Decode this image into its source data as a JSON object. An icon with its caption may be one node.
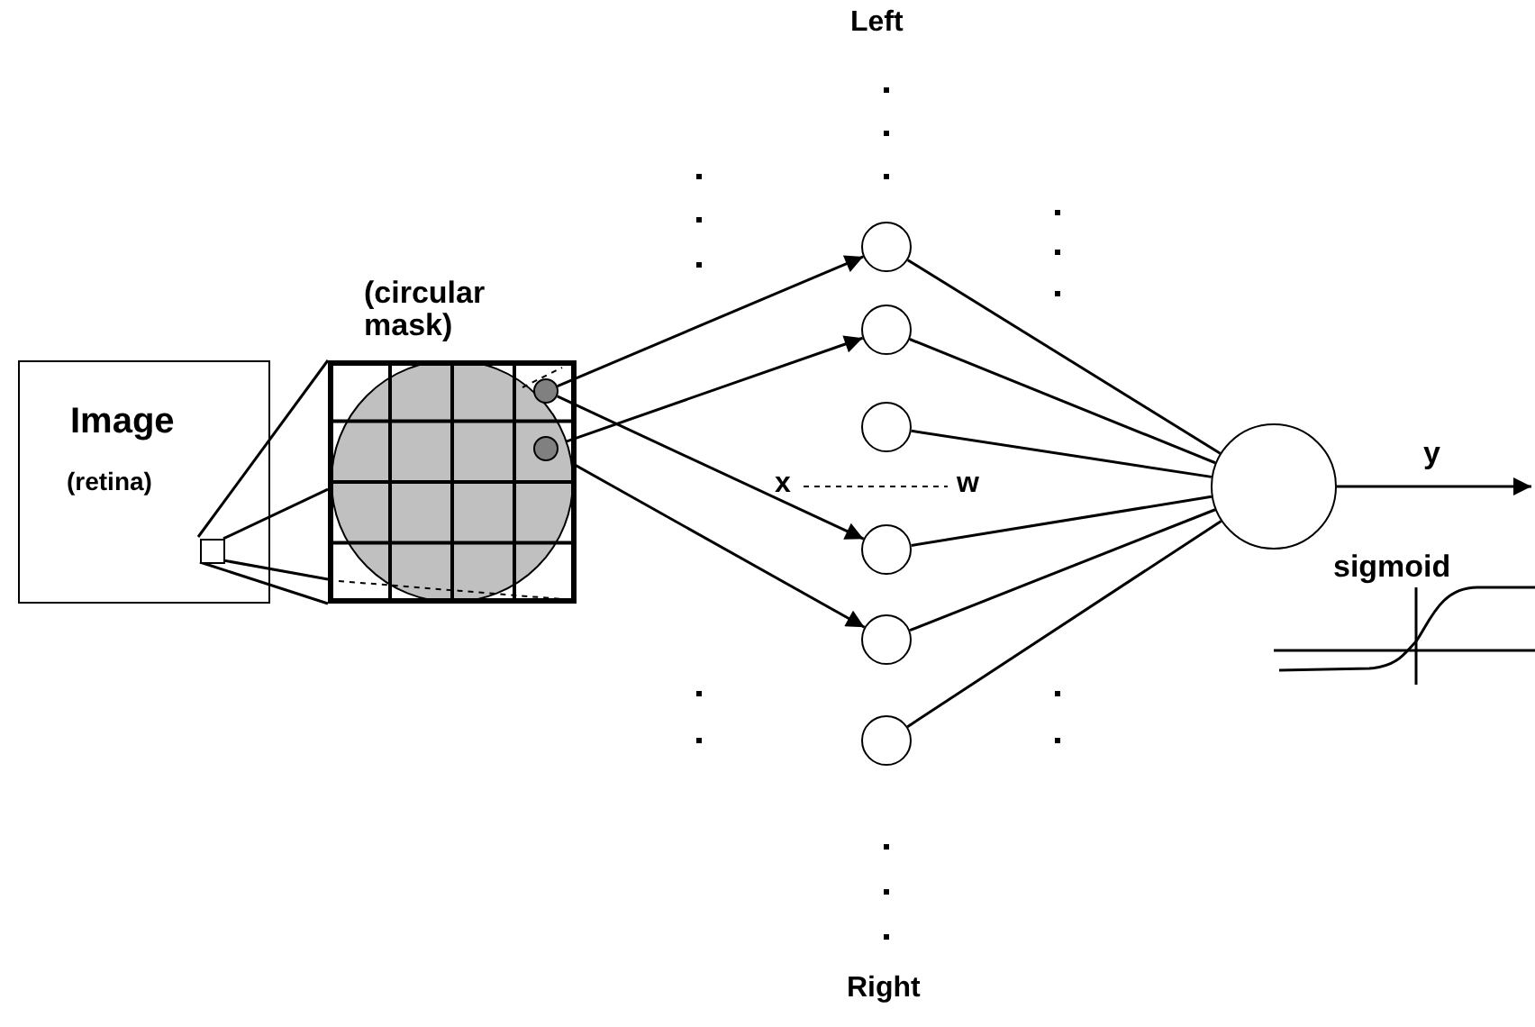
{
  "diagram": {
    "nodes": [
      {
        "text": [
          "Image",
          "(retina)"
        ]
      },
      {
        "text": [],
        "shape": "box",
        "in": 0
      },
      {
        "text": [
          "(circular mask)"
        ]
      },
      {
        "text": [],
        "shape": "circle",
        "in": 2
      },
      {
        "text": [],
        "shape": "circle",
        "in": 2
      },
      {
        "text": [],
        "shape": "circle"
      },
      {
        "text": [],
        "shape": "circle"
      },
      {
        "text": [],
        "shape": "circle"
      },
      {
        "text": [],
        "shape": "circle"
      },
      {
        "text": [],
        "shape": "circle"
      },
      {
        "text": [],
        "shape": "circle"
      },
      {
        "text": [],
        "shape": "circle"
      }
    ],
    "edges": [
      {
        "from": 1,
        "to": 2,
        "arrow": "none"
      },
      {
        "from": 1,
        "to": 2,
        "arrow": "none"
      },
      {
        "from": 1,
        "to": 2,
        "arrow": "none"
      },
      {
        "from": 1,
        "to": 2,
        "arrow": "none"
      },
      {
        "from": 3,
        "to": 5,
        "arrow": "to"
      },
      {
        "from": 3,
        "to": 8,
        "arrow": "to"
      },
      {
        "from": 4,
        "to": 6,
        "arrow": "to"
      },
      {
        "from": 4,
        "to": 9,
        "arrow": "to"
      },
      {
        "from": 5,
        "to": 11,
        "arrow": "none"
      },
      {
        "from": 6,
        "to": 11,
        "arrow": "none"
      },
      {
        "from": 7,
        "to": 11,
        "arrow": "none"
      },
      {
        "from": 8,
        "to": 11,
        "arrow": "none"
      },
      {
        "from": 9,
        "to": 11,
        "arrow": "none"
      },
      {
        "from": 10,
        "to": 11,
        "arrow": "none"
      },
      {
        "from": 11,
        "to": null,
        "arrow": "to",
        "label": "y"
      }
    ],
    "labels": [
      "Left",
      "x",
      "w",
      "sigmoid",
      "Right"
    ]
  }
}
